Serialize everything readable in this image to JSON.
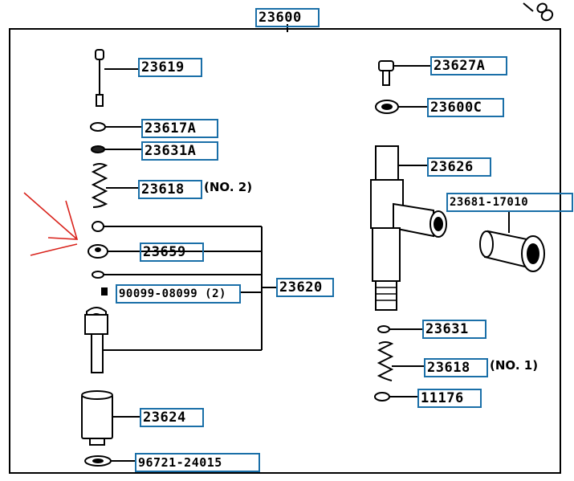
{
  "diagram": {
    "main_assembly": "23600",
    "corner_mark": "8",
    "parts": {
      "p23619": "23619",
      "p23617A": "23617A",
      "p23631A": "23631A",
      "p23618_left": "23618",
      "p23659": "23659",
      "p90099": "90099-08099 (2)",
      "p23620": "23620",
      "p23624": "23624",
      "p96721": "96721-24015",
      "p23627A": "23627A",
      "p23600C": "23600C",
      "p23626": "23626",
      "p23681": "23681-17010",
      "p23631": "23631",
      "p23618_right": "23618",
      "p11176": "11176"
    },
    "notes": {
      "no2": "(NO. 2)",
      "no1": "(NO. 1)"
    },
    "colors": {
      "label_border": "#1a6fa8",
      "annotation_arrow": "#d9231c",
      "line": "#000000"
    }
  }
}
